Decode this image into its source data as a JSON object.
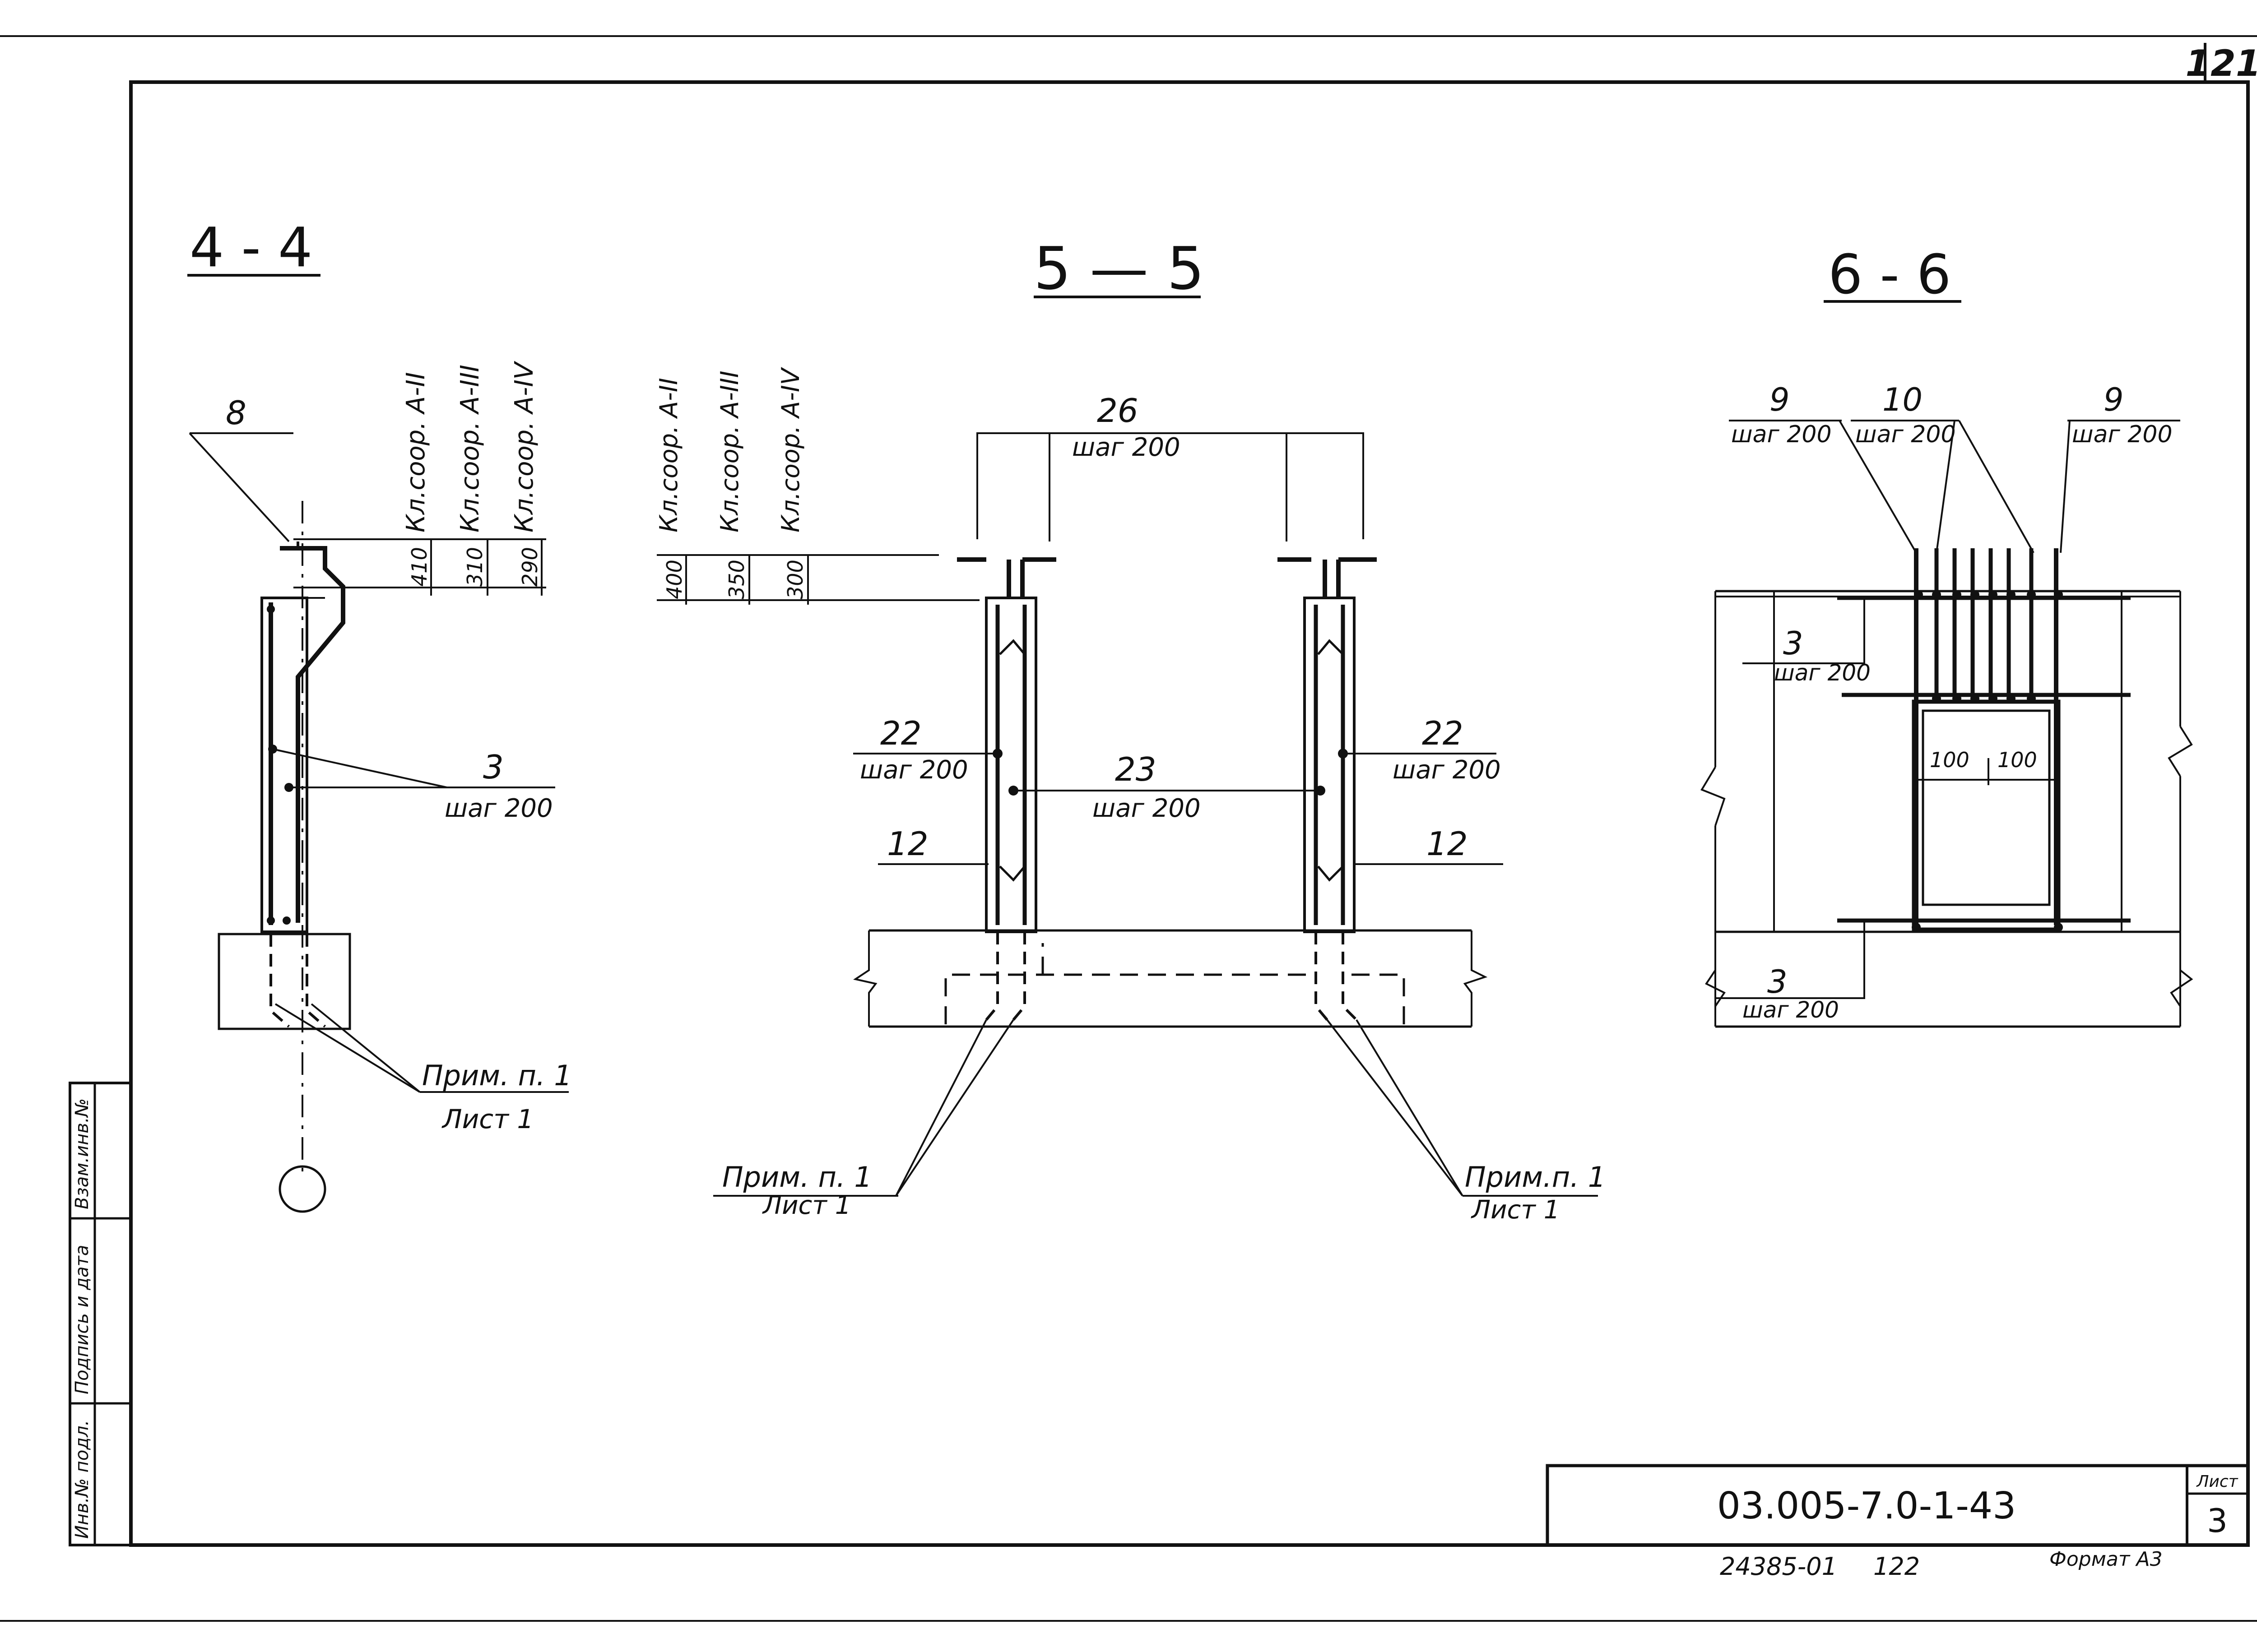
{
  "page_number": "121",
  "sections": {
    "s44": {
      "title": "4 - 4",
      "class_labels": [
        "Кл.соор. A-II",
        "Кл.соор. A-III",
        "Кл.соор. A-IV"
      ],
      "dims": [
        "410",
        "310",
        "290"
      ],
      "mark_8": "8",
      "mark_3": "3",
      "step_3": "шаг 200",
      "note": "Прим. п. 1",
      "note_sheet": "Лист 1"
    },
    "s55": {
      "title": "5 — 5",
      "class_labels": [
        "Кл.соор. A-II",
        "Кл.соор. A-III",
        "Кл.соор. A-IV"
      ],
      "dims": [
        "400",
        "350",
        "300"
      ],
      "mark_26": "26",
      "step_26": "шаг 200",
      "mark_22": "22",
      "step_22": "шаг 200",
      "mark_23": "23",
      "step_23": "шаг 200",
      "mark_12": "12",
      "note_left": "Прим. п. 1",
      "note_left_sheet": "Лист 1",
      "note_right": "Прим.п. 1",
      "note_right_sheet": "Лист 1"
    },
    "s66": {
      "title": "6 - 6",
      "mark_9": "9",
      "step_9": "шаг 200",
      "mark_10": "10",
      "step_10": "шаг 200",
      "mark_3": "3",
      "step_3": "шаг 200",
      "dim_100": "100"
    }
  },
  "side_stamp": {
    "cells": [
      "Взам.инв.№",
      "Подпись и дата",
      "Инв.№ подл."
    ]
  },
  "title_block": {
    "code": "03.005-7.0-1-43",
    "sheet_label": "Лист",
    "sheet_number": "3"
  },
  "footer": {
    "left": "24385-01",
    "num": "122",
    "format": "Формат А3"
  }
}
